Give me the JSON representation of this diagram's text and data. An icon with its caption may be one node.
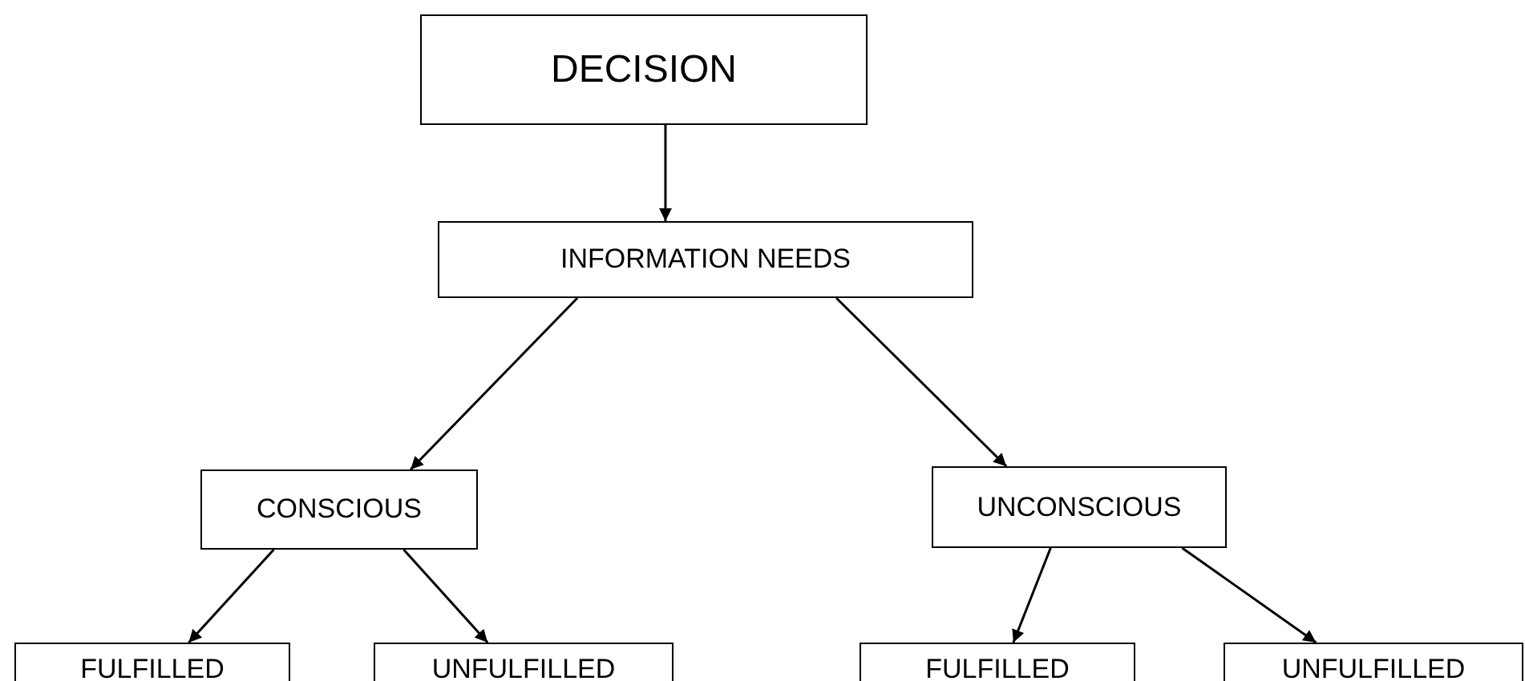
{
  "diagram": {
    "nodes": [
      {
        "text": [
          "DECISION"
        ]
      },
      {
        "text": [
          "INFORMATION NEEDS"
        ]
      },
      {
        "text": [
          "CONSCIOUS"
        ]
      },
      {
        "text": [
          "UNCONSCIOUS"
        ]
      },
      {
        "text": [
          "FULFILLED"
        ]
      },
      {
        "text": [
          "UNFULFILLED"
        ]
      },
      {
        "text": [
          "FULFILLED"
        ]
      },
      {
        "text": [
          "UNFULFILLED"
        ]
      }
    ],
    "edges": [
      {
        "from": 0,
        "to": 1,
        "arrow": "to"
      },
      {
        "from": 1,
        "to": 2,
        "arrow": "to"
      },
      {
        "from": 1,
        "to": 3,
        "arrow": "to"
      },
      {
        "from": 2,
        "to": 4,
        "arrow": "to"
      },
      {
        "from": 2,
        "to": 5,
        "arrow": "to"
      },
      {
        "from": 3,
        "to": 6,
        "arrow": "to"
      },
      {
        "from": 3,
        "to": 7,
        "arrow": "to"
      }
    ]
  }
}
